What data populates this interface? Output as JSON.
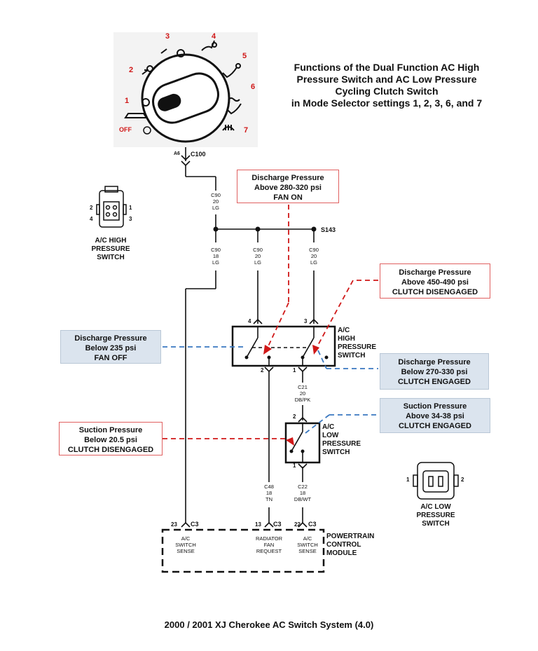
{
  "title": {
    "line1": "Functions of the Dual Function AC High",
    "line2": "Pressure Switch and AC Low Pressure",
    "line3": "Cycling Clutch Switch",
    "line4": "in Mode Selector settings 1, 2, 3, 6, and 7"
  },
  "caption": "2000 / 2001 XJ Cherokee AC Switch System (4.0)",
  "mode_selector": {
    "positions": [
      "1",
      "2",
      "3",
      "4",
      "5",
      "6",
      "7"
    ],
    "off_label": "OFF"
  },
  "connectors": {
    "a6": "A6",
    "c100": "C100",
    "s143": "S143",
    "c3": "C3",
    "pin_23": "23",
    "pin_13": "13",
    "pin_22": "22",
    "hp_pin_4": "4",
    "hp_pin_3": "3",
    "hp_pin_2": "2",
    "hp_pin_1": "1",
    "lp_pin_2": "2",
    "lp_pin_1": "1"
  },
  "wires": {
    "c90_20_lg": [
      "C90",
      "20",
      "LG"
    ],
    "c90_18_lg": [
      "C90",
      "18",
      "LG"
    ],
    "c21_20_dbpk": [
      "C21",
      "20",
      "DB/PK"
    ],
    "c48_18_tn": [
      "C48",
      "18",
      "TN"
    ],
    "c22_18_dbwt": [
      "C22",
      "18",
      "DB/WT"
    ]
  },
  "components": {
    "hp_switch_label": [
      "A/C",
      "HIGH",
      "PRESSURE",
      "SWITCH"
    ],
    "lp_switch_label": [
      "A/C",
      "LOW",
      "PRESSURE",
      "SWITCH"
    ],
    "pcm_label": [
      "POWERTRAIN",
      "CONTROL",
      "MODULE"
    ],
    "pcm_ac_sense_1": [
      "A/C",
      "SWITCH",
      "SENSE"
    ],
    "pcm_fan_request": [
      "RADIATOR",
      "FAN",
      "REQUEST"
    ],
    "pcm_ac_sense_2": [
      "A/C",
      "SWITCH",
      "SENSE"
    ],
    "hp_connector_title": [
      "A/C HIGH",
      "PRESSURE",
      "SWITCH"
    ],
    "hp_connector_pins": [
      "2",
      "1",
      "4",
      "3"
    ],
    "lp_connector_title": [
      "A/C LOW",
      "PRESSURE",
      "SWITCH"
    ],
    "lp_connector_pins": [
      "1",
      "2"
    ]
  },
  "callouts": {
    "fan_on": [
      "Discharge Pressure",
      "Above 280-320 psi",
      "FAN ON"
    ],
    "clutch_disengaged_high": [
      "Discharge Pressure",
      "Above 450-490 psi",
      "CLUTCH DISENGAGED"
    ],
    "fan_off": [
      "Discharge Pressure",
      "Below 235 psi",
      "FAN OFF"
    ],
    "clutch_engaged_high": [
      "Discharge Pressure",
      "Below 270-330 psi",
      "CLUTCH ENGAGED"
    ],
    "suction_engaged": [
      "Suction Pressure",
      "Above 34-38 psi",
      "CLUTCH ENGAGED"
    ],
    "suction_disengaged": [
      "Suction Pressure",
      "Below 20.5 psi",
      "CLUTCH DISENGAGED"
    ]
  },
  "colors": {
    "red_indicator": "#d01818",
    "blue_indicator": "#3a78c0",
    "blue_callout_bg": "#dbe4ee",
    "wire": "#111111"
  }
}
